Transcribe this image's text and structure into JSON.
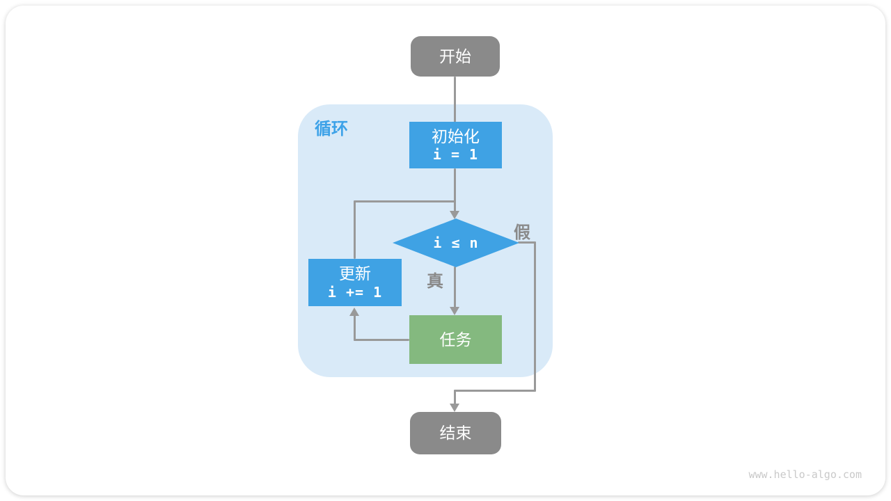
{
  "page": {
    "watermark": "www.hello-algo.com"
  },
  "colors": {
    "box_gray": "#8a8a8a",
    "box_blue": "#3fa2e4",
    "box_green": "#84b97f",
    "loop_bg": "#d9eaf8",
    "loop_label": "#3da2e8",
    "line": "#999999",
    "edge_label": "#8a8a8a",
    "watermark": "#c9c9c9",
    "card_bg": "#ffffff"
  },
  "flowchart": {
    "container_label": "循环",
    "nodes": {
      "start": {
        "label": "开始"
      },
      "init": {
        "label": "初始化",
        "code": "i = 1"
      },
      "condition": {
        "label": "i ≤ n"
      },
      "update": {
        "label": "更新",
        "code": "i += 1"
      },
      "task": {
        "label": "任务"
      },
      "end": {
        "label": "结束"
      }
    },
    "edge_labels": {
      "true": "真",
      "false": "假"
    }
  }
}
